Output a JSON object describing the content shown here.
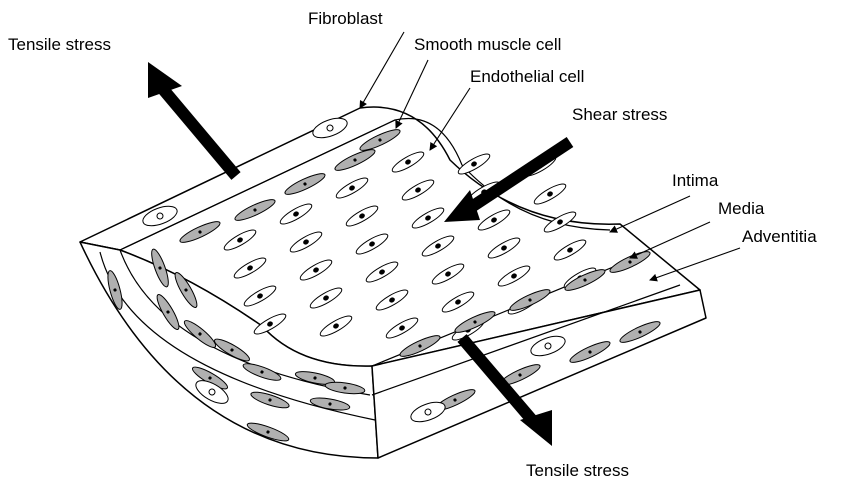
{
  "labels": {
    "tensile_top": "Tensile stress",
    "fibroblast": "Fibroblast",
    "smooth_muscle": "Smooth muscle cell",
    "endothelial": "Endothelial cell",
    "shear": "Shear stress",
    "intima": "Intima",
    "media": "Media",
    "adventitia": "Adventitia",
    "tensile_bottom": "Tensile stress"
  },
  "colors": {
    "smooth_muscle_fill": "#b0b0b0",
    "endothelial_fill": "#ffffff",
    "fibroblast_fill": "#ffffff",
    "arrow": "#000000"
  }
}
